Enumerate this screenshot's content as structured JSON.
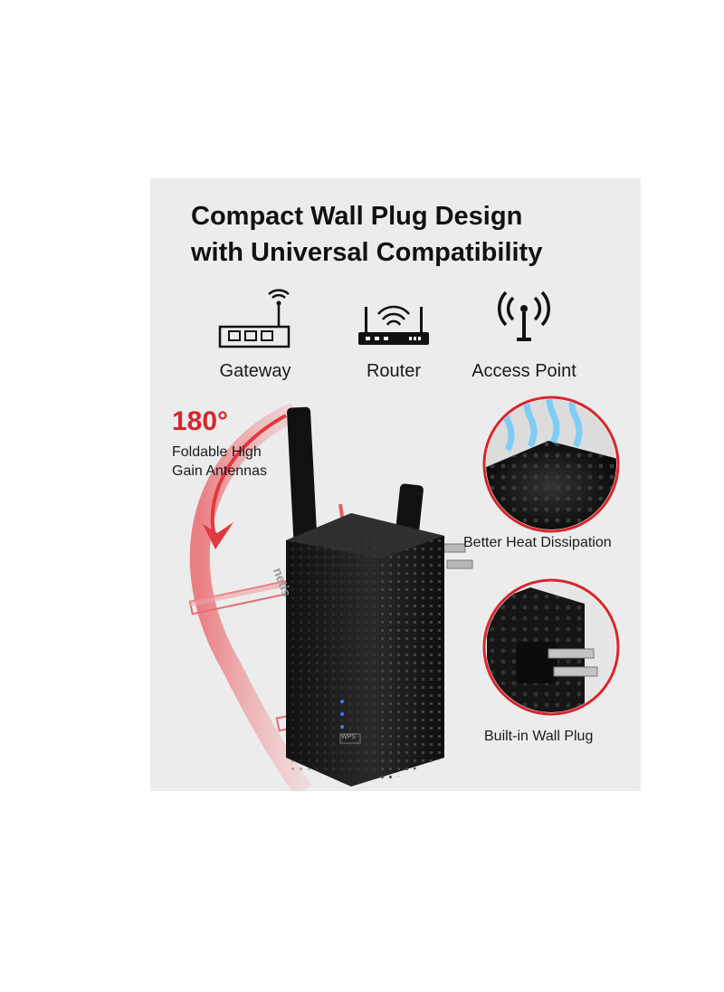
{
  "headline": {
    "line1": "Compact Wall Plug Design",
    "line2": "with Universal Compatibility"
  },
  "compatibility": [
    {
      "label": "Gateway",
      "icon": "gateway-icon"
    },
    {
      "label": "Router",
      "icon": "router-icon"
    },
    {
      "label": "Access Point",
      "icon": "access-point-icon"
    }
  ],
  "antennas": {
    "angle": "180°",
    "caption_line1": "Foldable High",
    "caption_line2": "Gain Antennas"
  },
  "features": [
    {
      "label": "Better Heat Dissipation",
      "icon": "heat-vent-closeup"
    },
    {
      "label": "Built-in Wall Plug",
      "icon": "wall-plug-closeup"
    }
  ],
  "device": {
    "brand": "netis",
    "wps_label": "WPS"
  },
  "colors": {
    "accent_red": "#d7262c",
    "panel_bg": "#ececec",
    "device_black": "#1b1b1b",
    "led_blue": "#3a7bff"
  }
}
